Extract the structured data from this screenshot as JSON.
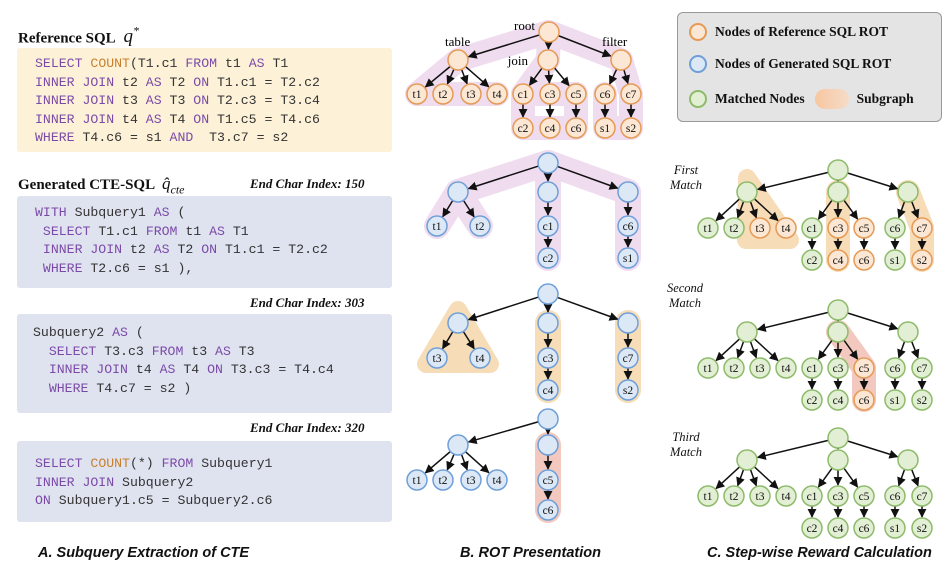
{
  "panel_a": {
    "ref_title": "Reference SQL",
    "ref_symbol": "q",
    "ref_symbol_sup": "*",
    "ref_lines": [
      [
        {
          "t": "SELECT ",
          "c": "kw"
        },
        {
          "t": "COUNT",
          "c": "fn"
        },
        {
          "t": "(T1.c1 ",
          "c": ""
        },
        {
          "t": "FROM",
          "c": "kw"
        },
        {
          "t": " t1 ",
          "c": ""
        },
        {
          "t": "AS",
          "c": "kw"
        },
        {
          "t": " T1",
          "c": ""
        }
      ],
      [
        {
          "t": "INNER JOIN",
          "c": "kw"
        },
        {
          "t": " t2 ",
          "c": ""
        },
        {
          "t": "AS",
          "c": "kw"
        },
        {
          "t": " T2 ",
          "c": ""
        },
        {
          "t": "ON",
          "c": "kw"
        },
        {
          "t": " T1.c1 = T2.c2",
          "c": ""
        }
      ],
      [
        {
          "t": "INNER JOIN",
          "c": "kw"
        },
        {
          "t": " t3 ",
          "c": ""
        },
        {
          "t": "AS",
          "c": "kw"
        },
        {
          "t": " T3 ",
          "c": ""
        },
        {
          "t": "ON",
          "c": "kw"
        },
        {
          "t": " T2.c3 = T3.c4",
          "c": ""
        }
      ],
      [
        {
          "t": "INNER JOIN",
          "c": "kw"
        },
        {
          "t": " t4 ",
          "c": ""
        },
        {
          "t": "AS",
          "c": "kw"
        },
        {
          "t": " T4 ",
          "c": ""
        },
        {
          "t": "ON",
          "c": "kw"
        },
        {
          "t": " T1.c5 = T4.c6",
          "c": ""
        }
      ],
      [
        {
          "t": "WHERE",
          "c": "kw"
        },
        {
          "t": " T4.c6 = s1 ",
          "c": ""
        },
        {
          "t": "AND",
          "c": "kw"
        },
        {
          "t": "  T3.c7 = s2",
          "c": ""
        }
      ]
    ],
    "gen_title": "Generated CTE-SQL",
    "gen_symbol": "q̂",
    "gen_symbol_sub": "cte",
    "eci_1": "End Char Index: 150",
    "eci_2": "End Char Index: 303",
    "eci_3": "End Char Index: 320",
    "gen1_lines": [
      [
        {
          "t": "WITH",
          "c": "kw"
        },
        {
          "t": " Subquery1 ",
          "c": ""
        },
        {
          "t": "AS",
          "c": "kw"
        },
        {
          "t": " (",
          "c": ""
        }
      ],
      [
        {
          "t": " SELECT",
          "c": "kw"
        },
        {
          "t": " T1.c1 ",
          "c": ""
        },
        {
          "t": "FROM",
          "c": "kw"
        },
        {
          "t": " t1 ",
          "c": ""
        },
        {
          "t": "AS",
          "c": "kw"
        },
        {
          "t": " T1",
          "c": ""
        }
      ],
      [
        {
          "t": " INNER JOIN",
          "c": "kw"
        },
        {
          "t": " t2 ",
          "c": ""
        },
        {
          "t": "AS",
          "c": "kw"
        },
        {
          "t": " T2 ",
          "c": ""
        },
        {
          "t": "ON",
          "c": "kw"
        },
        {
          "t": " T1.c1 = T2.c2",
          "c": ""
        }
      ],
      [
        {
          "t": " WHERE",
          "c": "kw"
        },
        {
          "t": " T2.c6 = s1 ),",
          "c": ""
        }
      ]
    ],
    "gen2_lines": [
      [
        {
          "t": "Subquery2 ",
          "c": ""
        },
        {
          "t": "AS",
          "c": "kw"
        },
        {
          "t": " (",
          "c": ""
        }
      ],
      [
        {
          "t": "  SELECT",
          "c": "kw"
        },
        {
          "t": " T3.c3 ",
          "c": ""
        },
        {
          "t": "FROM",
          "c": "kw"
        },
        {
          "t": " t3 ",
          "c": ""
        },
        {
          "t": "AS",
          "c": "kw"
        },
        {
          "t": " T3",
          "c": ""
        }
      ],
      [
        {
          "t": "  INNER JOIN",
          "c": "kw"
        },
        {
          "t": " t4 ",
          "c": ""
        },
        {
          "t": "AS",
          "c": "kw"
        },
        {
          "t": " T4 ",
          "c": ""
        },
        {
          "t": "ON",
          "c": "kw"
        },
        {
          "t": " T3.c3 = T4.c4",
          "c": ""
        }
      ],
      [
        {
          "t": "  WHERE",
          "c": "kw"
        },
        {
          "t": " T4.c7 = s2 )",
          "c": ""
        }
      ]
    ],
    "gen3_lines": [
      [
        {
          "t": "SELECT ",
          "c": "kw"
        },
        {
          "t": "COUNT",
          "c": "fn"
        },
        {
          "t": "(*) ",
          "c": ""
        },
        {
          "t": "FROM",
          "c": "kw"
        },
        {
          "t": " Subquery1",
          "c": ""
        }
      ],
      [
        {
          "t": "INNER JOIN",
          "c": "kw"
        },
        {
          "t": " Subquery2",
          "c": ""
        }
      ],
      [
        {
          "t": "ON",
          "c": "kw"
        },
        {
          "t": " Subquery1.c5 = Subquery2.c6",
          "c": ""
        }
      ]
    ],
    "caption": "A. Subquery Extraction of CTE"
  },
  "panel_b": {
    "caption": "B. ROT Presentation",
    "label_root": "root",
    "label_table": "table",
    "label_join": "join",
    "label_filter": "filter"
  },
  "panel_c": {
    "caption": "C. Step-wise Reward Calculation",
    "legend_ref": "Nodes of  Reference SQL ROT",
    "legend_gen": "Nodes of  Generated SQL ROT",
    "legend_match": "Matched Nodes",
    "legend_sub": "Subgraph",
    "row1_label": "First\nMatch",
    "row2_label": "Second\nMatch",
    "row3_label": "Third\nMatch"
  },
  "colors": {
    "ref_node": "#e59a55",
    "gen_node": "#6f9fd8",
    "match_node": "#8dbb6a",
    "ref_fill": "#fbe7d3",
    "gen_fill": "#dce8f6",
    "match_fill": "#e2efd4",
    "sub_purple": "#efdcef",
    "sub_orange": "#f7dcb8",
    "sub_red": "#f3c9bf"
  }
}
